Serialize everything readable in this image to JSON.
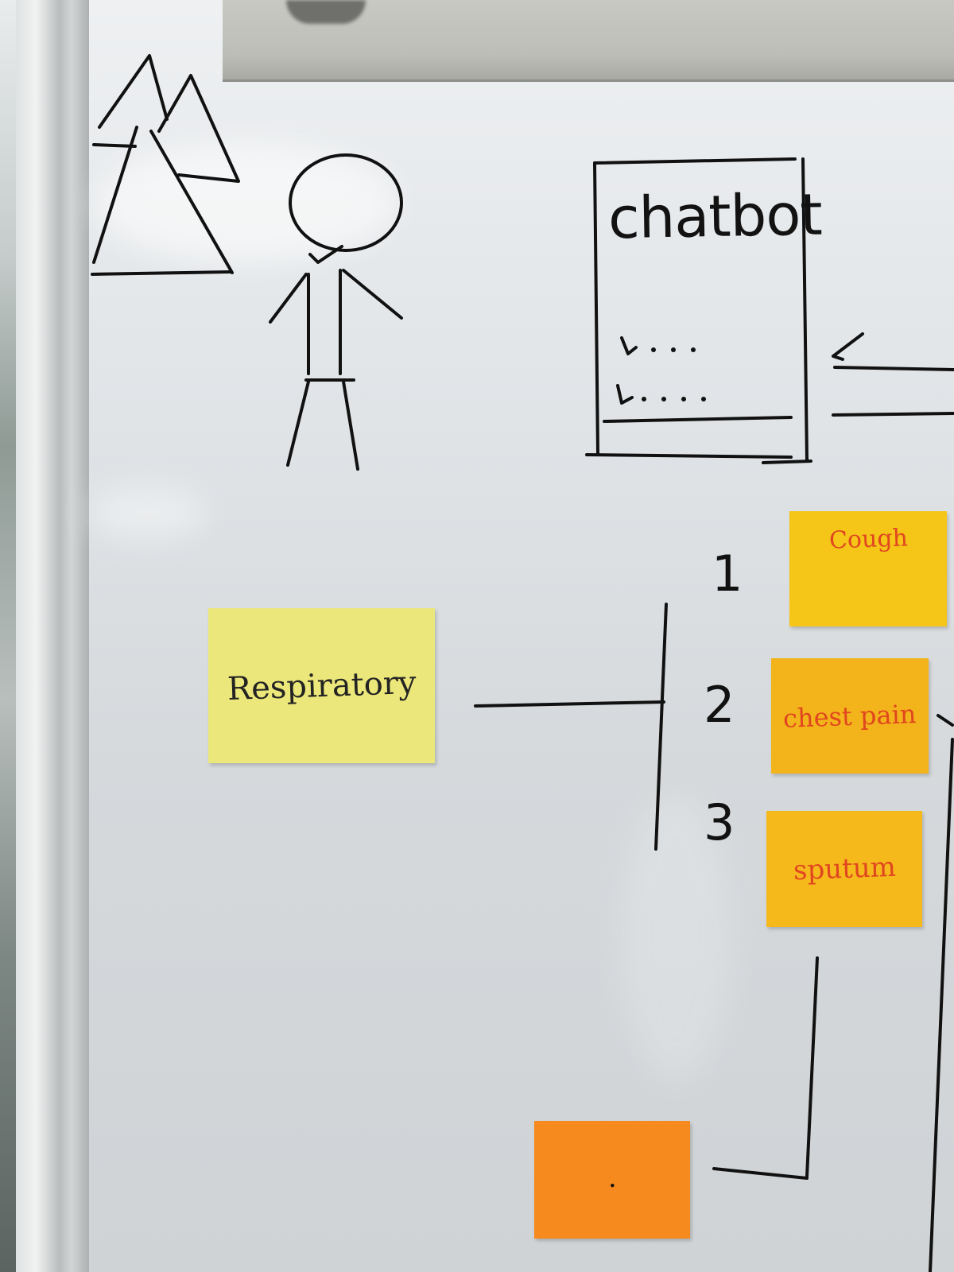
{
  "whiteboard": {
    "chatbot_label": "chatbot",
    "category_note": {
      "text": "Respiratory",
      "color": "#ece77a"
    },
    "options": [
      {
        "number": "1",
        "text": "Cough",
        "color": "#f5c518",
        "text_color": "#e0461f"
      },
      {
        "number": "2",
        "text": "chest pain",
        "color": "#f3b31a",
        "text_color": "#e0461f"
      },
      {
        "number": "3",
        "text": "sputum",
        "color": "#f6b91c",
        "text_color": "#e0461f"
      }
    ],
    "blank_note": {
      "text": ".",
      "color": "#f68a1f"
    }
  }
}
